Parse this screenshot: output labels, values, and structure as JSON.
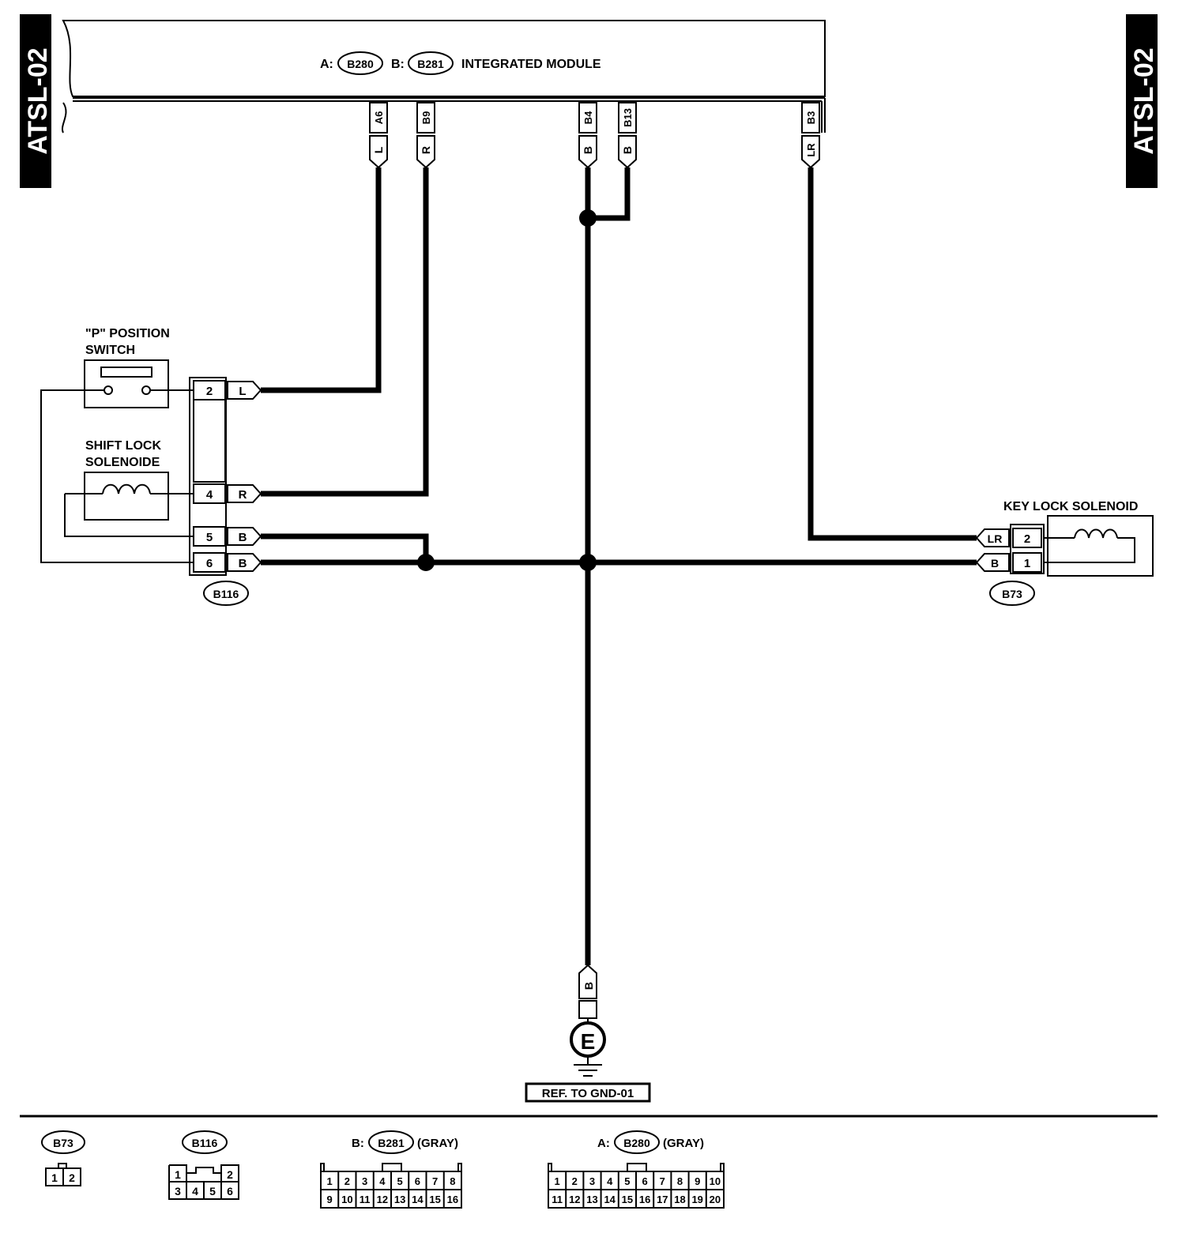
{
  "side_tabs": {
    "left": "ATSL-02",
    "right": "ATSL-02"
  },
  "module": {
    "prefix_a": "A:",
    "conn_a": "B280",
    "prefix_b": "B:",
    "conn_b": "B281",
    "name": "INTEGRATED MODULE",
    "pins": [
      {
        "pin": "A6",
        "wire": "L"
      },
      {
        "pin": "B9",
        "wire": "R"
      },
      {
        "pin": "B4",
        "wire": "B"
      },
      {
        "pin": "B13",
        "wire": "B"
      },
      {
        "pin": "B3",
        "wire": "LR"
      }
    ]
  },
  "p_switch": {
    "line1": "\"P\" POSITION",
    "line2": "SWITCH"
  },
  "shift_lock": {
    "line1": "SHIFT LOCK",
    "line2": "SOLENOIDE"
  },
  "b116": {
    "id": "B116",
    "pins": [
      {
        "pin": "2",
        "wire": "L"
      },
      {
        "pin": "4",
        "wire": "R"
      },
      {
        "pin": "5",
        "wire": "B"
      },
      {
        "pin": "6",
        "wire": "B"
      }
    ]
  },
  "key_lock": {
    "title": "KEY LOCK SOLENOID",
    "id": "B73",
    "pins": [
      {
        "pin": "2",
        "wire": "LR"
      },
      {
        "pin": "1",
        "wire": "B"
      }
    ]
  },
  "ground": {
    "wire": "B",
    "symbol": "E",
    "ref": "REF. TO GND-01"
  },
  "legend": {
    "b73": {
      "id": "B73",
      "pins": [
        "1",
        "2"
      ]
    },
    "b116": {
      "id": "B116",
      "row1": [
        "1",
        "2"
      ],
      "row2": [
        "3",
        "4",
        "5",
        "6"
      ]
    },
    "b281": {
      "prefix": "B:",
      "id": "B281",
      "suffix": "(GRAY)",
      "row1": [
        "1",
        "2",
        "3",
        "4",
        "5",
        "6",
        "7",
        "8"
      ],
      "row2": [
        "9",
        "10",
        "11",
        "12",
        "13",
        "14",
        "15",
        "16"
      ]
    },
    "b280": {
      "prefix": "A:",
      "id": "B280",
      "suffix": "(GRAY)",
      "row1": [
        "1",
        "2",
        "3",
        "4",
        "5",
        "6",
        "7",
        "8",
        "9",
        "10"
      ],
      "row2": [
        "11",
        "12",
        "13",
        "14",
        "15",
        "16",
        "17",
        "18",
        "19",
        "20"
      ]
    }
  }
}
